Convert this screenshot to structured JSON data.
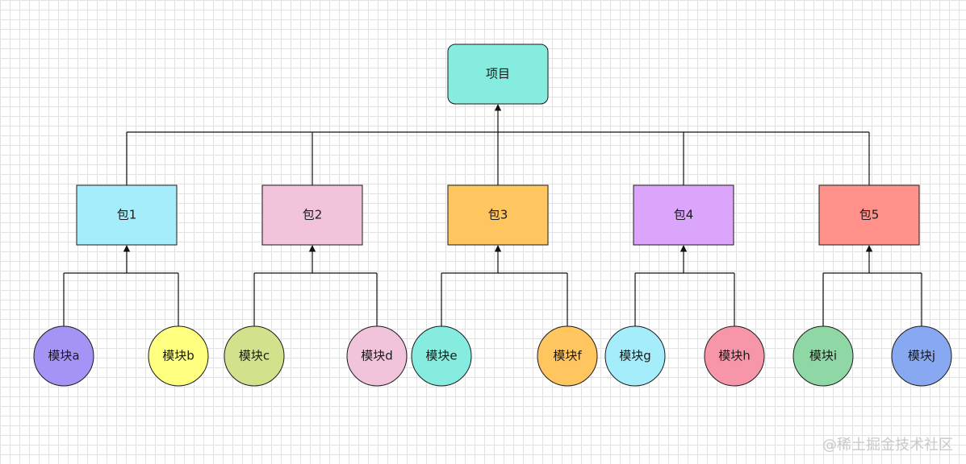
{
  "root": {
    "label": "项目",
    "color": "#86ecdf"
  },
  "packages": [
    {
      "label": "包1",
      "color": "#a6edfb"
    },
    {
      "label": "包2",
      "color": "#f1c4dc"
    },
    {
      "label": "包3",
      "color": "#ffc55e"
    },
    {
      "label": "包4",
      "color": "#dca5fc"
    },
    {
      "label": "包5",
      "color": "#ff918a"
    }
  ],
  "modules": [
    {
      "label": "模块a",
      "color": "#a593f6",
      "package": 0
    },
    {
      "label": "模块b",
      "color": "#ffff80",
      "package": 0
    },
    {
      "label": "模块c",
      "color": "#d2e28c",
      "package": 1
    },
    {
      "label": "模块d",
      "color": "#f1c4dc",
      "package": 1
    },
    {
      "label": "模块e",
      "color": "#86ecdf",
      "package": 2
    },
    {
      "label": "模块f",
      "color": "#ffc55e",
      "package": 2
    },
    {
      "label": "模块g",
      "color": "#a6edfb",
      "package": 3
    },
    {
      "label": "模块h",
      "color": "#f896a9",
      "package": 3
    },
    {
      "label": "模块i",
      "color": "#90d7a6",
      "package": 4
    },
    {
      "label": "模块j",
      "color": "#88a9f2",
      "package": 4
    }
  ],
  "watermark": "@稀土掘金技术社区"
}
